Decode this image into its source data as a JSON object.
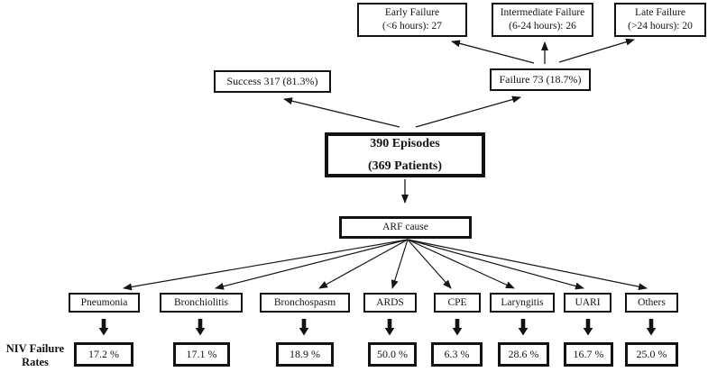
{
  "flow": {
    "root": {
      "line1": "390 Episodes",
      "line2": "(369 Patients)"
    },
    "success": {
      "label": "Success 317 (81.3%)"
    },
    "failure": {
      "label": "Failure 73 (18.7%)"
    },
    "failure_breakdown": {
      "early": {
        "line1": "Early Failure",
        "line2": "(<6 hours): 27"
      },
      "intermediate": {
        "line1": "Intermediate Failure",
        "line2": "(6-24 hours): 26"
      },
      "late": {
        "line1": "Late Failure",
        "line2": "(>24 hours): 20"
      }
    },
    "arf": {
      "label": "ARF cause"
    },
    "causes": [
      {
        "name": "Pneumonia",
        "rate": "17.2 %"
      },
      {
        "name": "Bronchiolitis",
        "rate": "17.1 %"
      },
      {
        "name": "Bronchospasm",
        "rate": "18.9 %"
      },
      {
        "name": "ARDS",
        "rate": "50.0 %"
      },
      {
        "name": "CPE",
        "rate": "6.3 %"
      },
      {
        "name": "Laryngitis",
        "rate": "28.6 %"
      },
      {
        "name": "UARI",
        "rate": "16.7 %"
      },
      {
        "name": "Others",
        "rate": "25.0 %"
      }
    ],
    "rates_row_label": {
      "line1": "NIV Failure",
      "line2": "Rates"
    }
  }
}
